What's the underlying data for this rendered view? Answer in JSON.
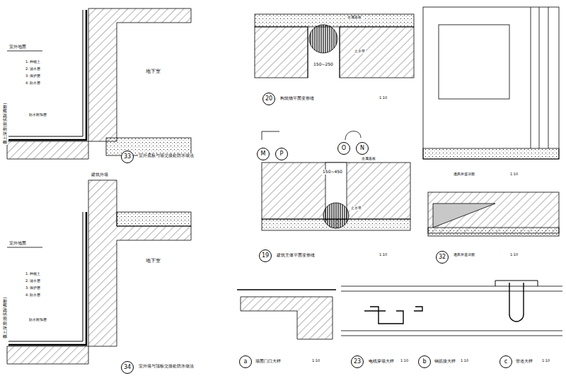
{
  "diagram": {
    "nodes": [
      {
        "text": [
          "33"
        ]
      },
      {
        "text": [
          "34"
        ]
      },
      {
        "text": [
          "20"
        ]
      },
      {
        "text": [
          "19"
        ]
      },
      {
        "text": [
          "32"
        ]
      },
      {
        "text": [
          "23"
        ]
      },
      {
        "text": [
          "a"
        ]
      },
      {
        "text": [
          "b"
        ]
      },
      {
        "text": [
          "c"
        ]
      },
      {
        "text": [
          "M"
        ]
      },
      {
        "text": [
          "P"
        ]
      },
      {
        "text": [
          "O"
        ]
      },
      {
        "text": [
          "N"
        ]
      }
    ],
    "edges": [],
    "labels": [
      "地下室",
      "地下室",
      "建筑外墙",
      "室外地面",
      "室外地面",
      "室外底板与墙交接处防水做法",
      "室外墙与顶板交接处防水做法",
      "构筑物平面变形缝",
      "1:10",
      "建筑主体平面变形缝",
      "1:10",
      "150~250",
      "150~450",
      "金属盖板",
      "金属盖板",
      "通风管道详图",
      "1:10",
      "通风管道详图",
      "1:10",
      "墙面门口大样",
      "1:10",
      "电线穿墙大样",
      "1:10",
      "钢筋接大样",
      "1:10",
      "管道大样",
      "1:10",
      "覆土深度(按实际调整)",
      "覆土深度(按实际调整)",
      "1. 种植土",
      "2. 滤水层",
      "3. 保护层",
      "4. 防水层",
      "1. 种植土",
      "2. 滤水层",
      "3. 保护层",
      "4. 防水层",
      "防水附加层",
      "防水附加层",
      "止水带",
      "止水带"
    ]
  }
}
